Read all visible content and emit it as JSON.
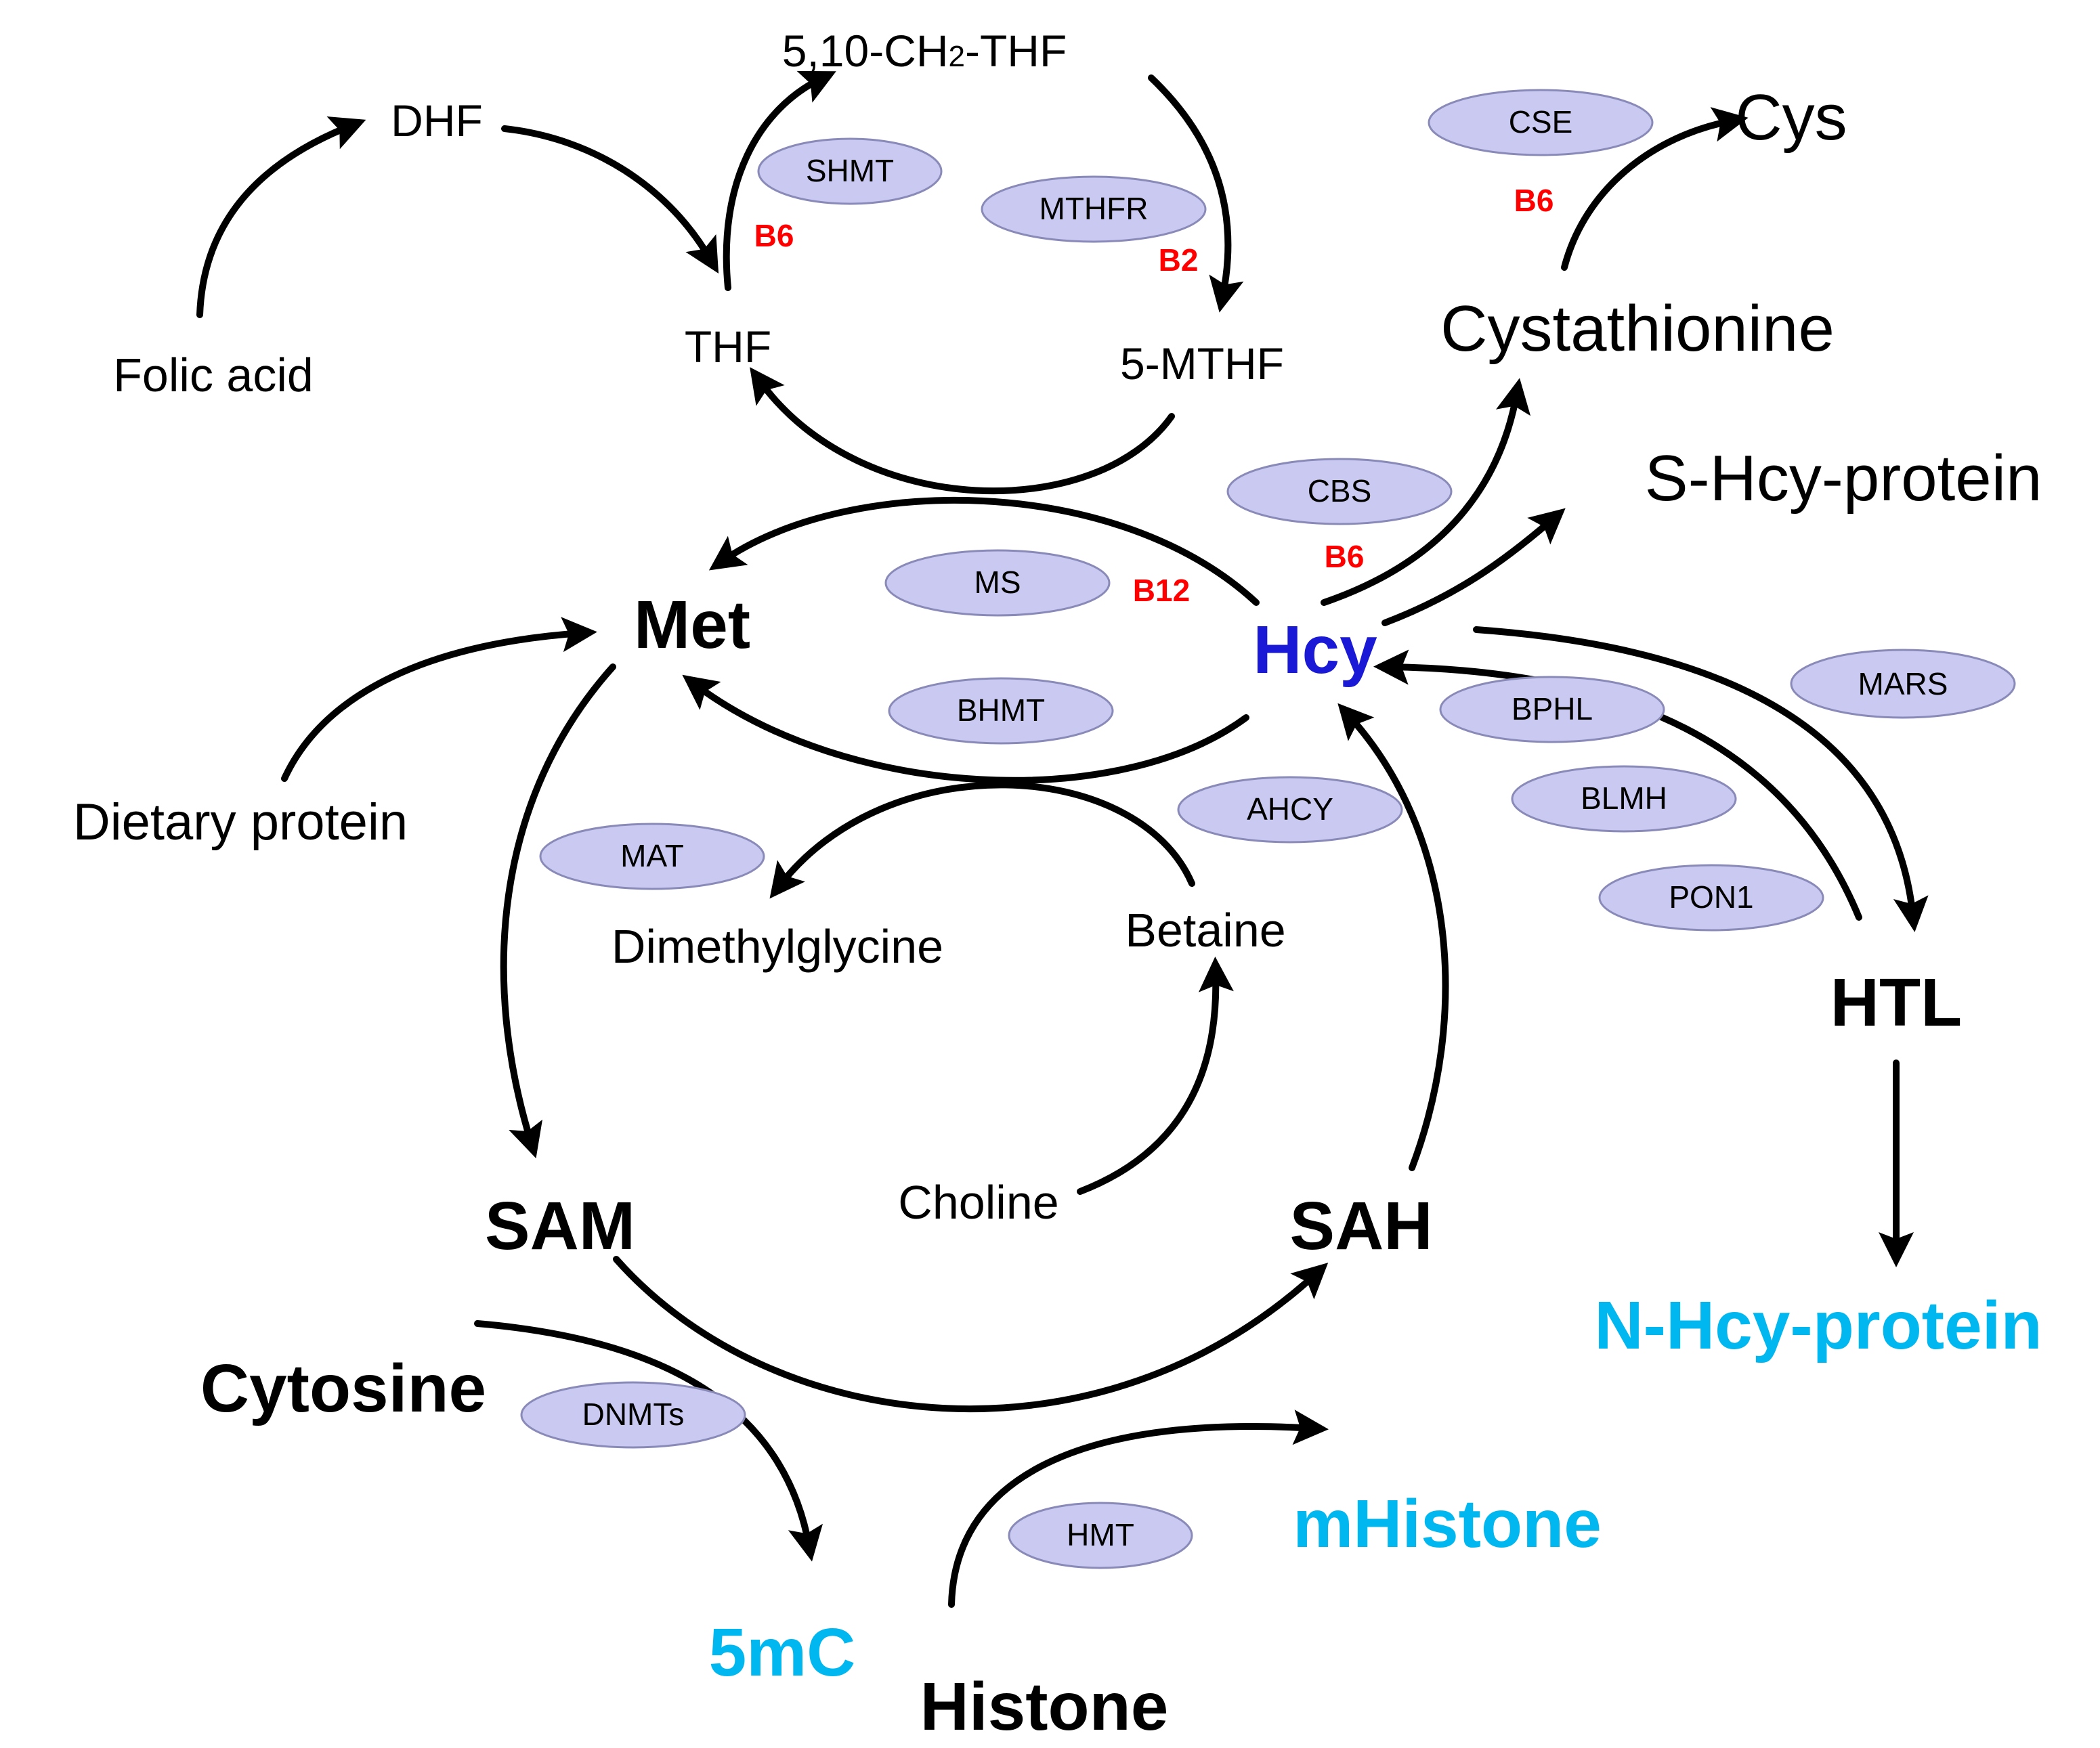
{
  "metabolites": {
    "dhf": "DHF",
    "ch2thf_prefix": "5,10-CH",
    "ch2thf_sub": "2",
    "ch2thf_suffix": "-THF",
    "thf": "THF",
    "mthf": "5-MTHF",
    "folic_acid": "Folic acid",
    "cys": "Cys",
    "cystathionine": "Cystathionine",
    "s_hcy_protein": "S-Hcy-protein",
    "met": "Met",
    "hcy": "Hcy",
    "dietary_protein": "Dietary protein",
    "dimethylglycine": "Dimethylglycine",
    "betaine": "Betaine",
    "htl": "HTL",
    "choline": "Choline",
    "sam": "SAM",
    "sah": "SAH",
    "n_hcy_protein": "N-Hcy-protein",
    "cytosine": "Cytosine",
    "mhistone": "mHistone",
    "fivemc": "5mC",
    "histone": "Histone"
  },
  "enzymes": {
    "shmt": "SHMT",
    "mthfr": "MTHFR",
    "cse": "CSE",
    "cbs": "CBS",
    "ms": "MS",
    "bhmt": "BHMT",
    "mars": "MARS",
    "bphl": "BPHL",
    "mat": "MAT",
    "ahcy": "AHCY",
    "blmh": "BLMH",
    "pon1": "PON1",
    "dnmts": "DNMTs",
    "hmt": "HMT"
  },
  "cofactors": {
    "b6_shmt": "B6",
    "b2_mthfr": "B2",
    "b6_cse": "B6",
    "b6_cbs": "B6",
    "b12_ms": "B12"
  },
  "colors": {
    "enzyme_fill": "#c9c9f2",
    "enzyme_stroke": "#8a8ab8",
    "cofactor": "#ff0000",
    "hcy": "#1a1ad6",
    "modified_product": "#00b7ef",
    "arrow": "#000000"
  }
}
